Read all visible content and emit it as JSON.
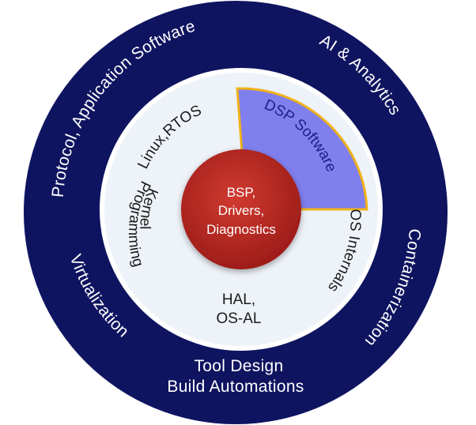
{
  "outer_ring": {
    "labels": {
      "protocol": "Protocol, Application Software",
      "ai": "AI & Analytics",
      "container": "Containerization",
      "virtual": "Virtualization",
      "tool_line1": "Tool Design",
      "tool_line2": "Build Automations"
    }
  },
  "middle_ring": {
    "labels": {
      "linux": "Linux,RTOS",
      "dsp": "DSP Software",
      "os_internals": "OS Internals",
      "hal_line1": "HAL,",
      "hal_line2": "OS-AL",
      "kernel_line1": "Kernel",
      "kernel_line2": "Programming"
    },
    "highlighted_segment": "DSP Software"
  },
  "core": {
    "line1": "BSP,",
    "line2": "Drivers,",
    "line3": "Diagnostics"
  },
  "colors": {
    "outer": "#0f1460",
    "middle": "#eef3f9",
    "highlight_fill": "#7f7fee",
    "highlight_stroke": "#f0b21a",
    "core": "#b5231f"
  }
}
